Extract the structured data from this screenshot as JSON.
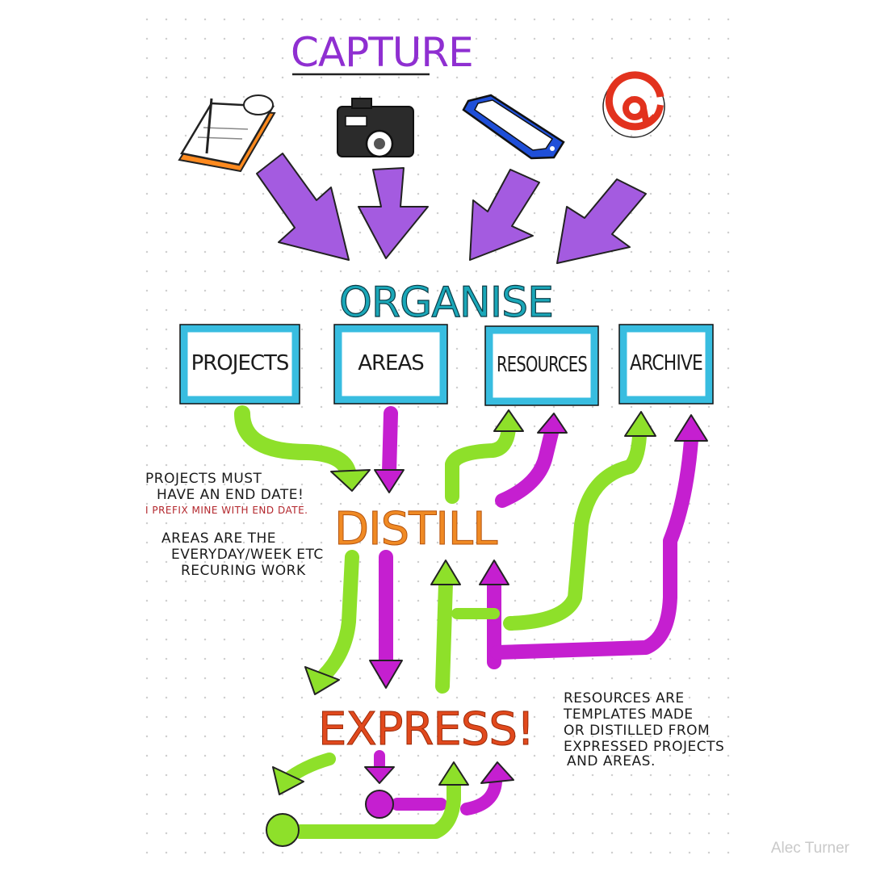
{
  "stages": {
    "capture": "CAPTURE",
    "organise": "ORGANISE",
    "distill": "DISTILL",
    "express": "EXPRESS!"
  },
  "boxes": [
    "PROJECTS",
    "AREAS",
    "RESOURCES",
    "ARCHIVE"
  ],
  "notes": {
    "projects_line1": "PROJECTS MUST",
    "projects_line2": "HAVE AN END DATE!",
    "projects_prefix": "I PREFIX MINE WITH END DATE.",
    "areas_line1": "AREAS ARE THE",
    "areas_line2": "EVERYDAY/WEEK ETC",
    "areas_line3": "RECURING WORK",
    "resources_line1": "RESOURCES ARE",
    "resources_line2": "TEMPLATES MADE",
    "resources_line3": "OR DISTILLED FROM",
    "resources_line4": "EXPRESSED PROJECTS",
    "resources_line5": "AND AREAS."
  },
  "capture_icons": [
    "notebook-pen-icon",
    "camera-icon",
    "phone-icon",
    "at-sign-icon"
  ],
  "colors": {
    "capture": "#8f2fd1",
    "organise": "#1aa7b8",
    "box_border": "#38bde0",
    "distill": "#f08a24",
    "express": "#e1491d",
    "green_arrow": "#8ee02a",
    "magenta_arrow": "#c51fd0",
    "purple_arrow": "#a45be0"
  },
  "credit": "Alec Turner"
}
